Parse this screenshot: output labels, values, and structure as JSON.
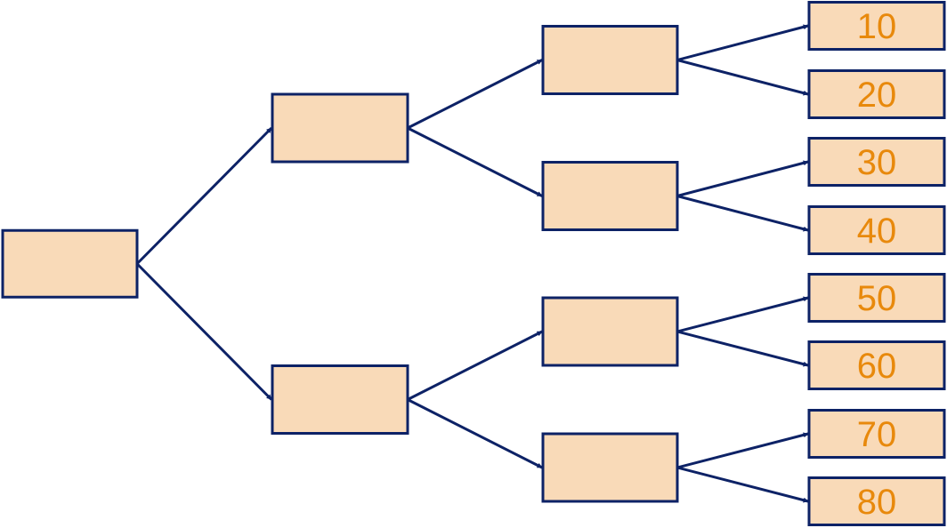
{
  "colors": {
    "node_fill": "#F9DAB8",
    "node_stroke": "#0D2266",
    "edge": "#0D2266",
    "leaf_text": "#E8890C"
  },
  "tree": {
    "root": {
      "label": "",
      "children": [
        {
          "label": "",
          "children": [
            {
              "label": "",
              "children": [
                {
                  "label": "10"
                },
                {
                  "label": "20"
                }
              ]
            },
            {
              "label": "",
              "children": [
                {
                  "label": "30"
                },
                {
                  "label": "40"
                }
              ]
            }
          ]
        },
        {
          "label": "",
          "children": [
            {
              "label": "",
              "children": [
                {
                  "label": "50"
                },
                {
                  "label": "60"
                }
              ]
            },
            {
              "label": "",
              "children": [
                {
                  "label": "70"
                },
                {
                  "label": "80"
                }
              ]
            }
          ]
        }
      ]
    }
  }
}
